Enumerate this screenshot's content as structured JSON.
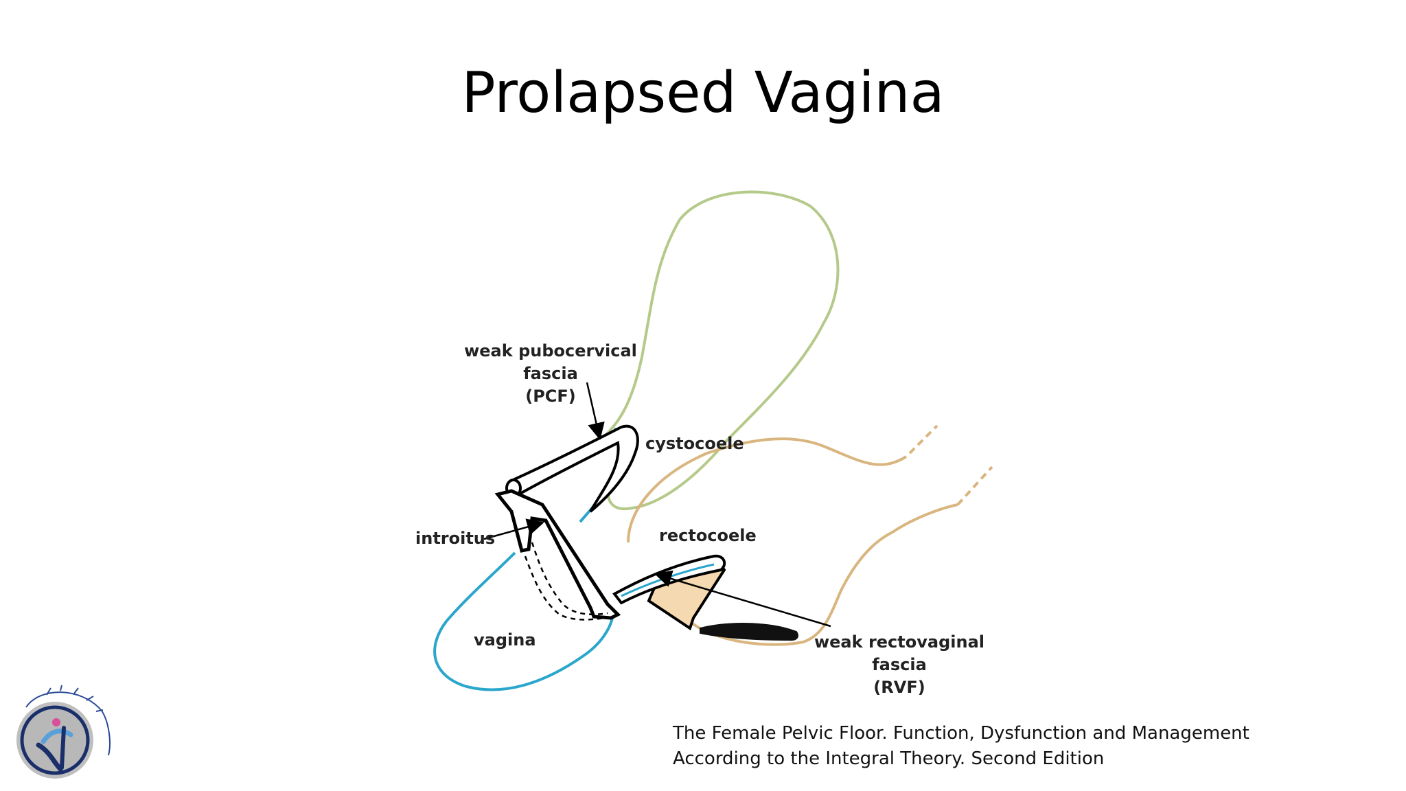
{
  "slide": {
    "title": "Prolapsed Vagina"
  },
  "diagram": {
    "labels": {
      "pcf_line1": "weak pubocervical",
      "pcf_line2": "fascia",
      "pcf_line3": "(PCF)",
      "cystocoele": "cystocoele",
      "introitus": "introitus",
      "rectocoele": "rectocoele",
      "vagina": "vagina",
      "rvf_line1": "weak rectovaginal",
      "rvf_line2": "fascia",
      "rvf_line3": "(RVF)"
    },
    "colors": {
      "bladder": "#b5c98a",
      "vagina": "#2aa6cc",
      "rectum": "#d9b57f",
      "rectum_fill": "#f5d9b0",
      "outline": "#000000"
    }
  },
  "citation": {
    "line1": "The Female Pelvic Floor. Function, Dysfunction and Management",
    "line2": "According to the Integral Theory.  Second Edition"
  },
  "logo": {
    "icon": "dr-logo-icon"
  }
}
